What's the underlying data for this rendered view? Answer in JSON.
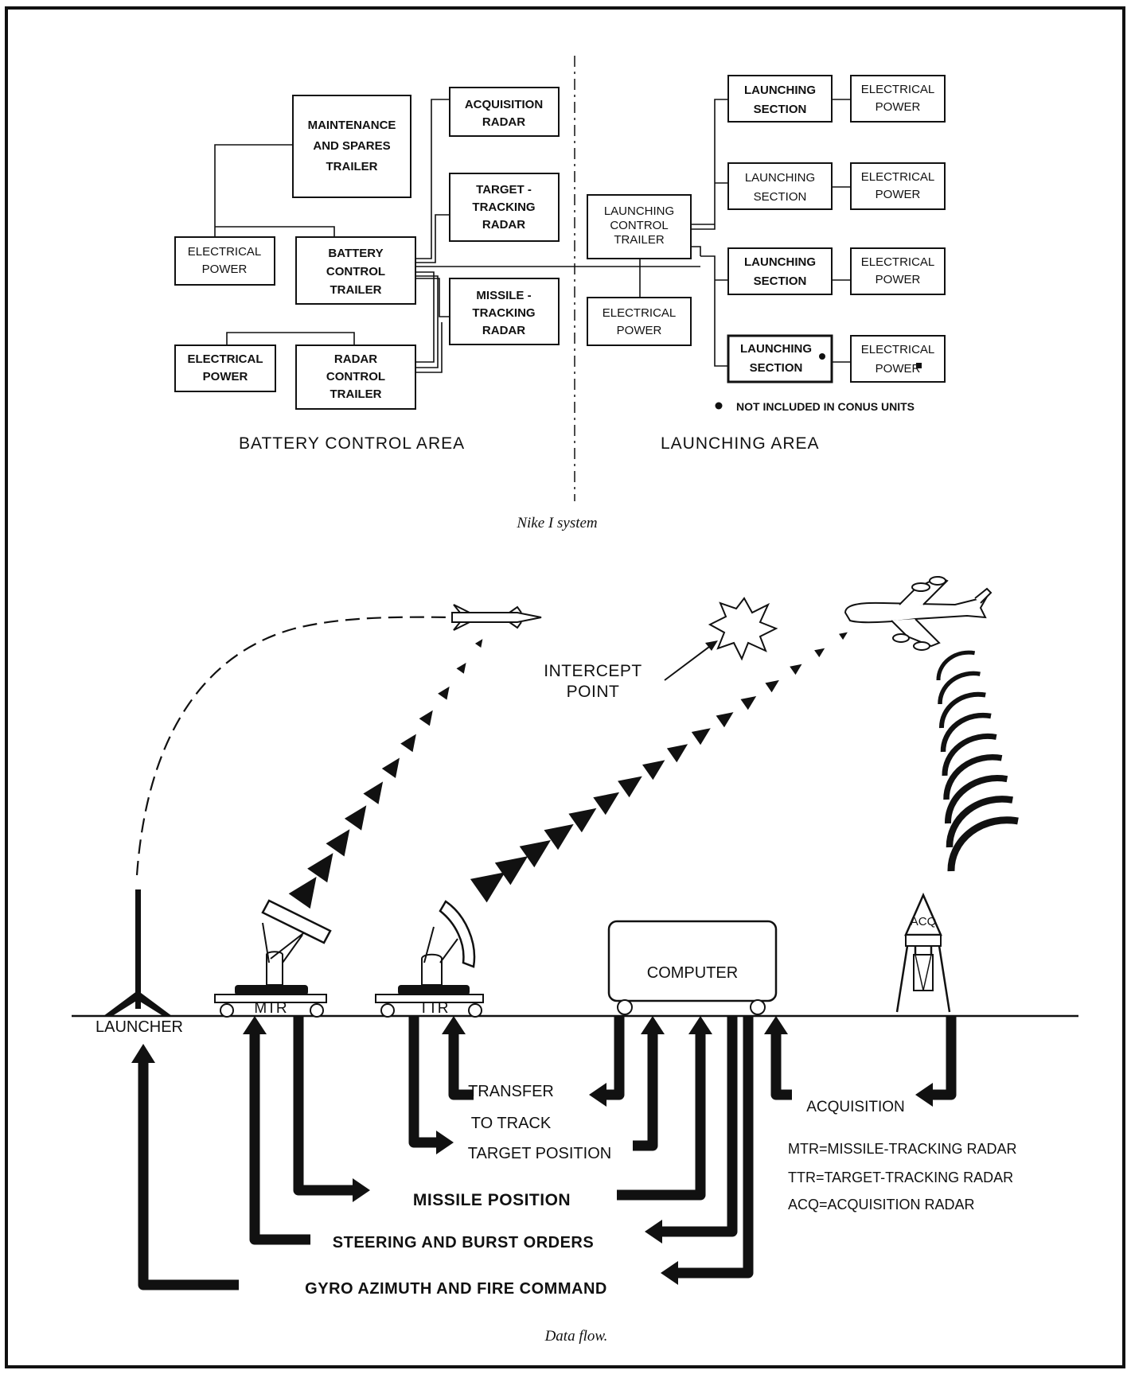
{
  "nike_system": {
    "boxes": {
      "maintenance": "MAINTENANCE\nAND SPARES\nTRAILER",
      "acq_radar": "ACQUISITION\nRADAR",
      "target_radar": "TARGET -\nTRACKING\nRADAR",
      "missile_radar": "MISSILE -\nTRACKING\nRADAR",
      "elec_power_1": "ELECTRICAL\nPOWER",
      "battery_control": "BATTERY\nCONTROL\nTRAILER",
      "elec_power_2": "ELECTRICAL\nPOWER",
      "radar_control": "RADAR\nCONTROL\nTRAILER",
      "launch_control": "LAUNCHING\nCONTROL\nTRAILER",
      "elec_power_3": "ELECTRICAL\nPOWER",
      "launch_sec_1": "LAUNCHING\nSECTION",
      "launch_sec_2": "LAUNCHING\nSECTION",
      "launch_sec_3": "LAUNCHING\nSECTION",
      "launch_sec_4": "LAUNCHING\nSECTION",
      "elec_power_4": "ELECTRICAL\nPOWER",
      "elec_power_5": "ELECTRICAL\nPOWER",
      "elec_power_6": "ELECTRICAL\nPOWER",
      "elec_power_7": "ELECTRICAL\nPOWER"
    },
    "footnote": "NOT INCLUDED IN CONUS UNITS",
    "battery_area": "BATTERY CONTROL AREA",
    "launching_area": "LAUNCHING AREA",
    "caption": "Nike I system"
  },
  "data_flow": {
    "intercept": "INTERCEPT\nPOINT",
    "launcher": "LAUNCHER",
    "mtr": "MTR",
    "ttr": "TTR",
    "computer": "COMPUTER",
    "acq": "ACQ",
    "transfer": "TRANSFER",
    "to_track": "TO TRACK",
    "acquisition": "ACQUISITION",
    "target_position": "TARGET POSITION",
    "missile_position": "MISSILE POSITION",
    "steering": "STEERING AND BURST ORDERS",
    "gyro": "GYRO AZIMUTH AND FIRE COMMAND",
    "legend": [
      "MTR=MISSILE-TRACKING RADAR",
      "TTR=TARGET-TRACKING RADAR",
      "ACQ=ACQUISITION RADAR"
    ],
    "caption": "Data flow."
  }
}
